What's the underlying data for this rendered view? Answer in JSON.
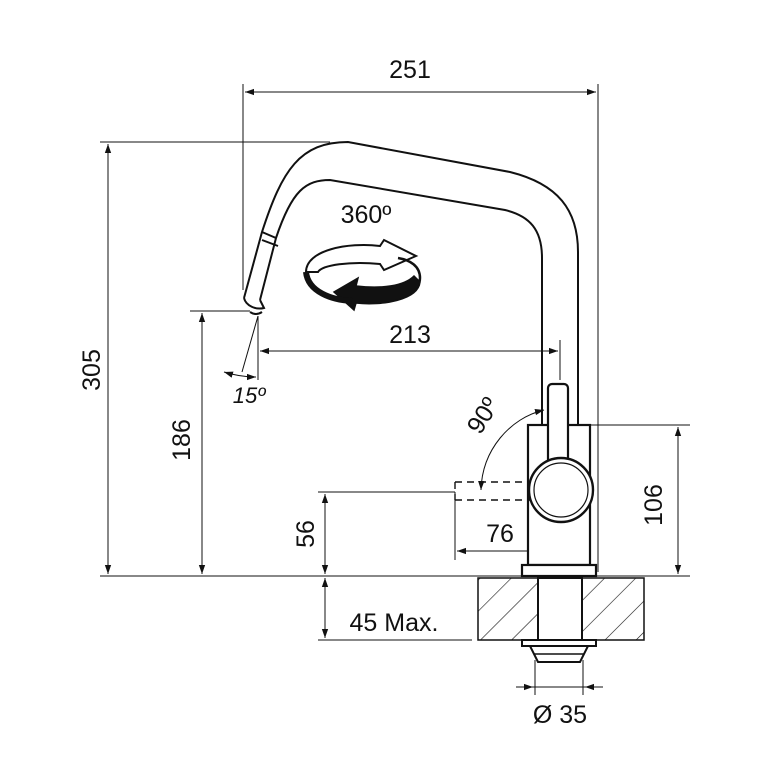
{
  "dimensions": {
    "overall_width": "251",
    "overall_height": "305",
    "spout_height": "186",
    "spout_reach": "213",
    "handle_height": "56",
    "handle_reach": "76",
    "body_height": "106",
    "deck_thickness": "45 Max.",
    "hole_diameter": "Ø 35"
  },
  "angles": {
    "swivel": "360º",
    "handle": "90º",
    "spray": "15º"
  }
}
